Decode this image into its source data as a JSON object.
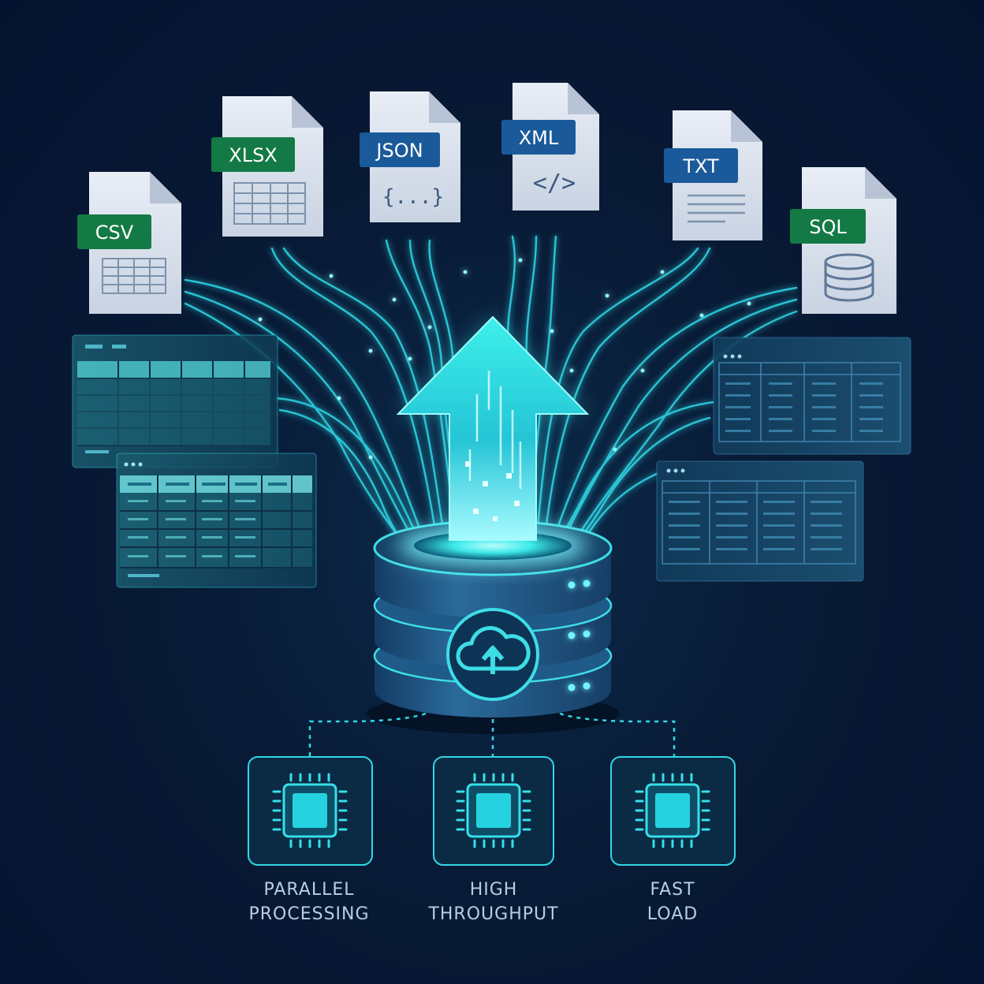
{
  "files": [
    {
      "label": "CSV",
      "badge_color": "#147a45",
      "icon": "table-icon"
    },
    {
      "label": "XLSX",
      "badge_color": "#147a45",
      "icon": "table-icon"
    },
    {
      "label": "JSON",
      "badge_color": "#1a5a9a",
      "icon": "braces-icon",
      "glyph": "{...}"
    },
    {
      "label": "XML",
      "badge_color": "#1a5a9a",
      "icon": "code-icon",
      "glyph": "</>"
    },
    {
      "label": "TXT",
      "badge_color": "#1a5a9a",
      "icon": "text-lines-icon"
    },
    {
      "label": "SQL",
      "badge_color": "#147a45",
      "icon": "database-icon"
    }
  ],
  "features": [
    {
      "line1": "PARALLEL",
      "line2": "PROCESSING",
      "icon": "chip-icon"
    },
    {
      "line1": "HIGH",
      "line2": "THROUGHPUT",
      "icon": "chip-icon"
    },
    {
      "line1": "FAST",
      "line2": "LOAD",
      "icon": "chip-icon"
    }
  ],
  "colors": {
    "accent": "#2ee6e6",
    "background": "#081a35",
    "file_paper": "#dfe6f0",
    "database": "#1d4f7a"
  },
  "central_icon": "cloud-upload-icon",
  "arrow_icon": "upload-arrow-icon"
}
